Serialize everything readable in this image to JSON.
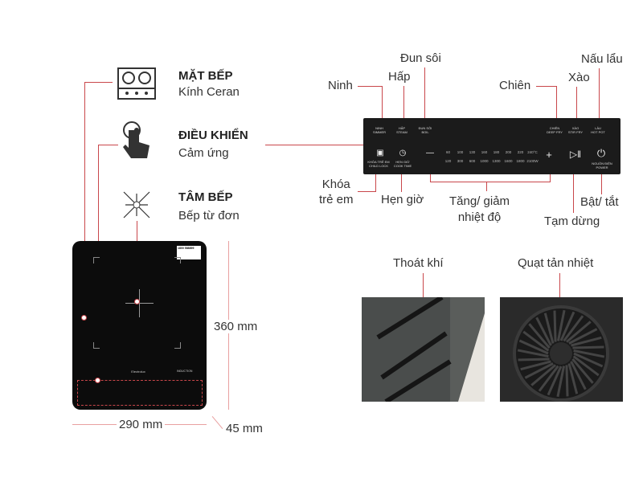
{
  "features": [
    {
      "icon": "gas-hob-icon",
      "title": "MẶT BẾP",
      "subtitle": "Kính Ceran"
    },
    {
      "icon": "touch-hand-icon",
      "title": "ĐIỀU KHIỂN",
      "subtitle": "Cảm ứng"
    },
    {
      "icon": "burner-star-icon",
      "title": "TÂM BẾP",
      "subtitle": "Bếp từ đơn"
    }
  ],
  "dimensions": {
    "height": "360 mm",
    "width": "290 mm",
    "depth": "45 mm"
  },
  "hob": {
    "brand": "Electrolux",
    "model": "INDUCTION",
    "hotline": "1800 588899"
  },
  "callouts": {
    "ninh": "Ninh",
    "hap": "Hấp",
    "dun_soi": "Đun sôi",
    "chien": "Chiên",
    "xao": "Xào",
    "nau_lau": "Nấu lẩu",
    "khoa": "Khóa\ntrẻ em",
    "hen_gio": "Hẹn giờ",
    "tang_giam": "Tăng/ giảm\nnhiệt độ",
    "tam_dung": "Tạm dừng",
    "bat_tat": "Bật/ tắt"
  },
  "panel": {
    "modes": [
      {
        "vi": "NINH",
        "en": "SIMMER"
      },
      {
        "vi": "HẤP",
        "en": "STEAM"
      },
      {
        "vi": "ĐUN SÔI",
        "en": "BOIL"
      },
      {
        "vi": "CHIÊN",
        "en": "DEEP FRY"
      },
      {
        "vi": "XÀO",
        "en": "STIR FRY"
      },
      {
        "vi": "LẨU",
        "en": "HOT POT"
      }
    ],
    "child_lock": {
      "vi": "KHÓA TRẺ EM",
      "en": "CHILD LOCK"
    },
    "timer": {
      "vi": "HẸN GIỜ",
      "en": "COOK TIME"
    },
    "power": {
      "vi": "NGUỒN ĐIỆN",
      "en": "POWER"
    },
    "temps": [
      "60",
      "100",
      "130",
      "160",
      "180",
      "200",
      "220",
      "240°C"
    ],
    "watts": [
      "120",
      "300",
      "600",
      "1000",
      "1300",
      "1600",
      "1800",
      "2100W"
    ],
    "minus": "—",
    "plus": "+"
  },
  "photos": {
    "vent": "Thoát khí",
    "fan": "Quạt tản nhiệt"
  }
}
